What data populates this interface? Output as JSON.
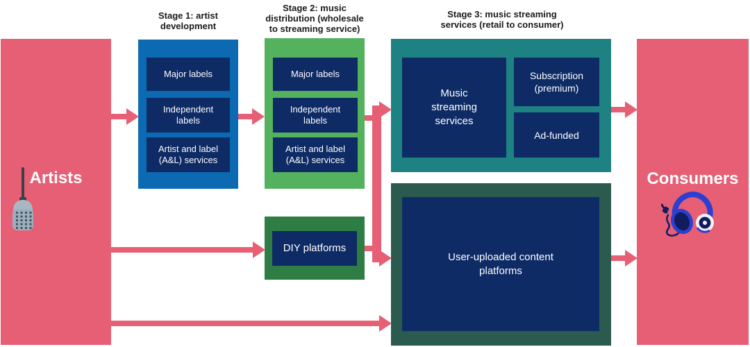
{
  "colors": {
    "pink": "#e65f75",
    "blue": "#0b6ab1",
    "navy": "#0e2b66",
    "green": "#54b15d",
    "forest": "#2e7d44",
    "teal": "#1e8182",
    "darkgreen": "#2b5a4f",
    "titletext": "#1a1a1a"
  },
  "endpoints": {
    "artists": {
      "label": "Artists",
      "icon": "microphone-icon"
    },
    "consumers": {
      "label": "Consumers",
      "icon": "headphones-icon"
    }
  },
  "stages": {
    "stage1": {
      "title": "Stage 1: artist\ndevelopment",
      "boxes": [
        "Major labels",
        "Independent\nlabels",
        "Artist and label\n(A&L) services"
      ]
    },
    "stage2": {
      "title": "Stage 2: music\ndistribution (wholesale\nto streaming service)",
      "boxes": [
        "Major labels",
        "Independent\nlabels",
        "Artist and label\n(A&L) services"
      ],
      "diy": "DIY platforms"
    },
    "stage3": {
      "title": "Stage 3: music streaming\nservices (retail to consumer)",
      "streaming": "Music\nstreaming\nservices",
      "subscription": "Subscription\n(premium)",
      "ad_funded": "Ad-funded",
      "user_uploaded": "User-uploaded content\nplatforms"
    }
  },
  "connections": [
    "Artists -> Stage 1 labels",
    "Stage 1 -> Stage 2 distribution",
    "Stage 2 distribution -> Music streaming services",
    "Artists -> DIY platforms",
    "DIY platforms -> User-uploaded content platforms",
    "Artists -> User-uploaded content platforms",
    "Music streaming services -> Consumers",
    "User-uploaded content platforms -> Consumers"
  ]
}
